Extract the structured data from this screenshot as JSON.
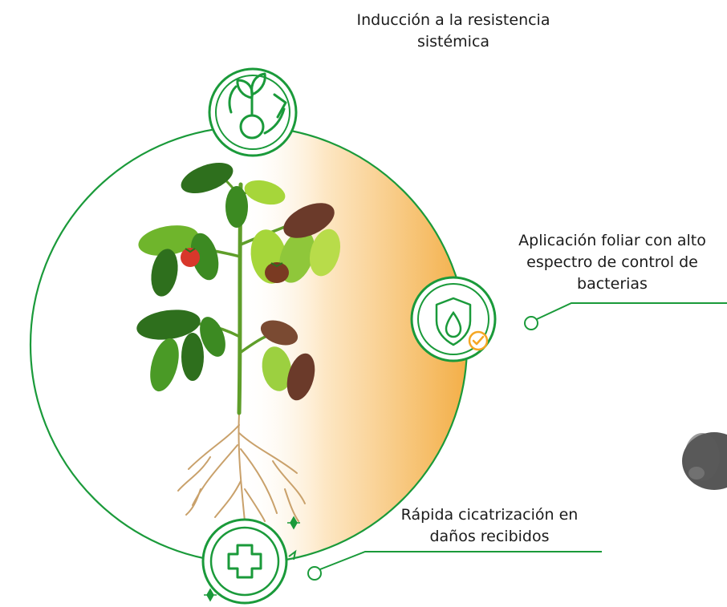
{
  "labels": {
    "top": "Inducción a la resistencia\nsistémica",
    "middle": "Aplicación foliar con alto\nespectro de control de\nbacterias",
    "bottom": "Rápida cicatrización en\ndaños recibidos"
  },
  "icons": {
    "top": "plant-cycle-icon",
    "middle": "shield-drop-check-icon",
    "bottom": "medical-cross-icon"
  },
  "colors": {
    "green": "#1a9a3a",
    "orange": "#f2a93b",
    "check": "#f5a623",
    "leaf_dark": "#2e6f1d",
    "leaf_light": "#a6d63a",
    "stem": "#5f9e2a",
    "root": "#c9a16b",
    "tomato_red": "#d8372b",
    "tomato_brown": "#7a3a22"
  }
}
